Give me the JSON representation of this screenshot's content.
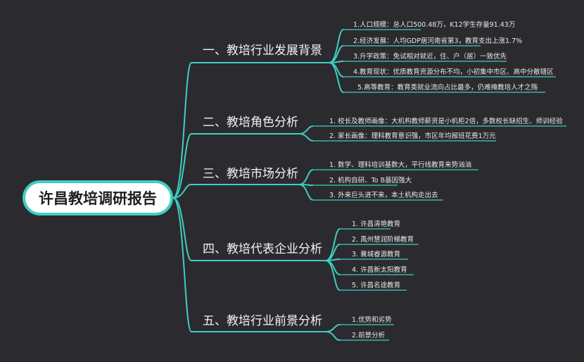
{
  "root": {
    "title": "许昌教培调研报告"
  },
  "branches": [
    {
      "label": "一、教培行业发展背景",
      "leaves": [
        "1.人口规模：总人口500.48万，K12学生存量91.43万",
        "2.经济发展：人均GDP居河南省第3，教育支出上涨1.7%",
        "3.升学政策：免试相对就近，住、户（居）一致优先",
        "4.教育现状：优质教育资源分布不均，小初集中市区、高中分散辖区",
        "5.高等教育：教育类就业流向占比最多，仍难掩教培人才之殇"
      ]
    },
    {
      "label": "二、教培角色分析",
      "leaves": [
        "1. 校长及教师画像：大机构教师薪资是小机柜2倍，多数校长缺招生、师训经验",
        "2. 家长画像：理科教育意识强，市区年均报班花费1万元"
      ]
    },
    {
      "label": "三、教培市场分析",
      "leaves": [
        "1. 数学、理科培训基数大，平行线教育来势汹汹",
        "2. 机构自研、To B基因强大",
        "3. 外来巨头进不来，本土机构走出去"
      ]
    },
    {
      "label": "四、教培代表企业分析",
      "leaves": [
        "1. 许昌清艳教育",
        "2. 禹州慧润阶梯教育",
        "3. 襄城睿源教育",
        "4. 许昌新太阳教育",
        "5. 许昌名途教育"
      ]
    },
    {
      "label": "五、教培行业前景分析",
      "leaves": [
        "1.优势和劣势",
        "2.前景分析"
      ]
    }
  ]
}
